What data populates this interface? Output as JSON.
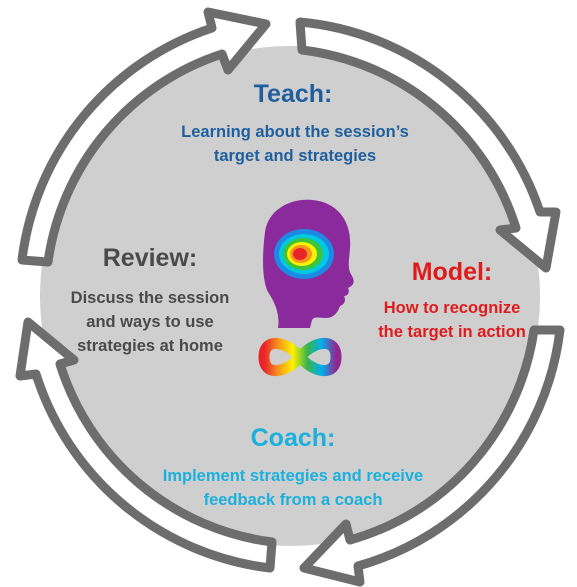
{
  "sections": {
    "teach": {
      "title": "Teach:",
      "desc_line1": "Learning about the session’s",
      "desc_line2": "target and strategies",
      "color": "#1f5f9e"
    },
    "model": {
      "title": "Model:",
      "desc_line1": "How to recognize",
      "desc_line2": "the target in action",
      "color": "#e01b1b"
    },
    "coach": {
      "title": "Coach:",
      "desc_line1": "Implement strategies and receive",
      "desc_line2": "feedback from a coach",
      "color": "#1cb1dd"
    },
    "review": {
      "title": "Review:",
      "desc_line1": "Discuss the session",
      "desc_line2": "and ways to use",
      "desc_line3": "strategies at home",
      "color": "#4a4a4a"
    }
  },
  "colors": {
    "circle_fill": "#cfcfcf",
    "arrow_stroke": "#6d6d6d",
    "arrow_fill": "#ffffff",
    "head": "#8a2a9c"
  },
  "icons": [
    "child-head-brain-icon",
    "rainbow-infinity-icon",
    "cycle-arrow-icon"
  ]
}
